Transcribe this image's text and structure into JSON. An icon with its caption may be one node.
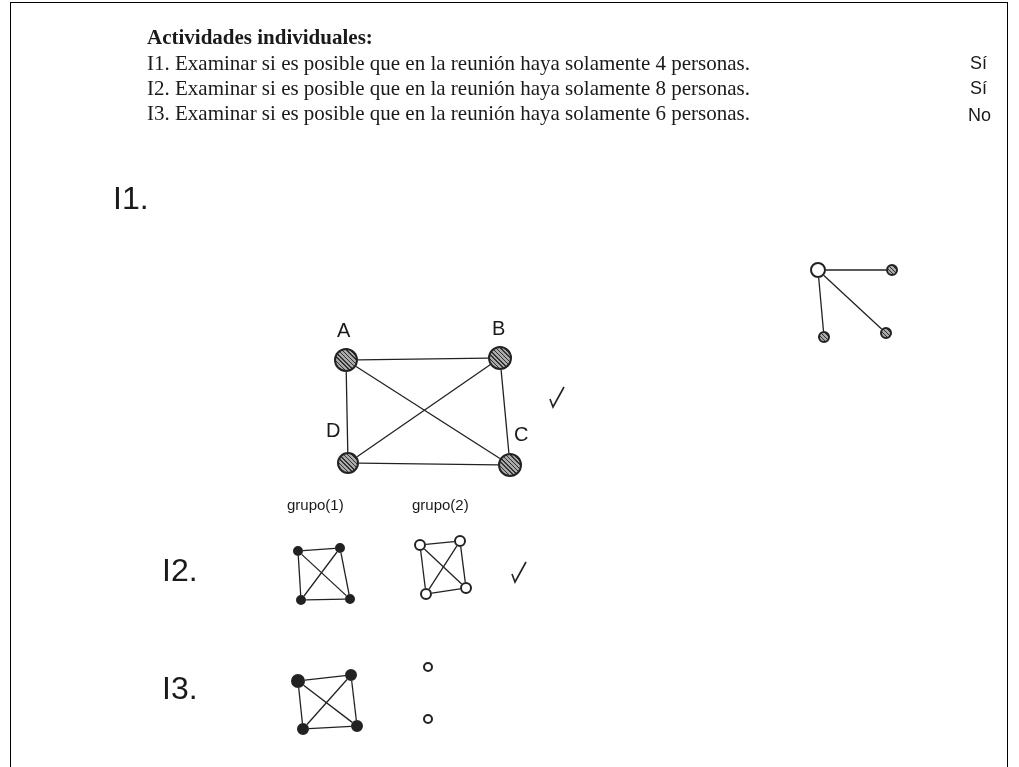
{
  "diagram": {
    "title": "Actividades individuales:",
    "nodes": [
      {
        "text": [],
        "shape": "circle",
        "beside": [
          "A"
        ]
      },
      {
        "text": [],
        "shape": "circle",
        "beside": [
          "B"
        ]
      },
      {
        "text": [],
        "shape": "circle",
        "beside": [
          "D"
        ]
      },
      {
        "text": [],
        "shape": "circle",
        "beside": [
          "C"
        ]
      },
      {
        "text": [],
        "shape": "circle"
      },
      {
        "text": [],
        "shape": "circle"
      },
      {
        "text": [],
        "shape": "circle"
      },
      {
        "text": [],
        "shape": "circle"
      },
      {
        "text": [],
        "shape": "circle"
      },
      {
        "text": [],
        "shape": "circle"
      },
      {
        "text": [],
        "shape": "circle"
      },
      {
        "text": [],
        "shape": "circle"
      },
      {
        "text": [],
        "shape": "circle"
      },
      {
        "text": [],
        "shape": "circle"
      },
      {
        "text": [],
        "shape": "circle"
      },
      {
        "text": [],
        "shape": "circle"
      },
      {
        "text": [],
        "shape": "circle"
      },
      {
        "text": [],
        "shape": "circle"
      },
      {
        "text": [],
        "shape": "circle"
      },
      {
        "text": [],
        "shape": "circle"
      },
      {
        "text": [],
        "shape": "circle"
      },
      {
        "text": [],
        "shape": "circle"
      }
    ],
    "edges": [
      {
        "from": 0,
        "to": 1,
        "arrow": "none"
      },
      {
        "from": 0,
        "to": 2,
        "arrow": "none"
      },
      {
        "from": 0,
        "to": 3,
        "arrow": "none"
      },
      {
        "from": 1,
        "to": 2,
        "arrow": "none"
      },
      {
        "from": 1,
        "to": 3,
        "arrow": "none"
      },
      {
        "from": 2,
        "to": 3,
        "arrow": "none"
      },
      {
        "from": 4,
        "to": 5,
        "arrow": "none"
      },
      {
        "from": 4,
        "to": 6,
        "arrow": "none"
      },
      {
        "from": 4,
        "to": 7,
        "arrow": "none"
      },
      {
        "from": 8,
        "to": 9,
        "arrow": "none"
      },
      {
        "from": 8,
        "to": 10,
        "arrow": "none"
      },
      {
        "from": 8,
        "to": 11,
        "arrow": "none"
      },
      {
        "from": 9,
        "to": 10,
        "arrow": "none"
      },
      {
        "from": 9,
        "to": 11,
        "arrow": "none"
      },
      {
        "from": 10,
        "to": 11,
        "arrow": "none"
      },
      {
        "from": 12,
        "to": 13,
        "arrow": "none"
      },
      {
        "from": 12,
        "to": 14,
        "arrow": "none"
      },
      {
        "from": 12,
        "to": 15,
        "arrow": "none"
      },
      {
        "from": 13,
        "to": 14,
        "arrow": "none"
      },
      {
        "from": 13,
        "to": 15,
        "arrow": "none"
      },
      {
        "from": 14,
        "to": 15,
        "arrow": "none"
      },
      {
        "from": 16,
        "to": 17,
        "arrow": "none"
      },
      {
        "from": 16,
        "to": 18,
        "arrow": "none"
      },
      {
        "from": 16,
        "to": 19,
        "arrow": "none"
      },
      {
        "from": 17,
        "to": 18,
        "arrow": "none"
      },
      {
        "from": 17,
        "to": 19,
        "arrow": "none"
      },
      {
        "from": 18,
        "to": 19,
        "arrow": "none"
      }
    ],
    "labels": [
      "I1. Examinar si es posible que en la reunión haya solamente 4 personas.",
      "Sí",
      "I2. Examinar si es posible que en la reunión haya solamente 8 personas.",
      "Sí",
      "I3. Examinar si es posible que en la reunión haya solamente 6 personas.",
      "No",
      "I1.",
      "grupo(1)",
      "grupo(2)",
      "I2.",
      "I3."
    ]
  }
}
